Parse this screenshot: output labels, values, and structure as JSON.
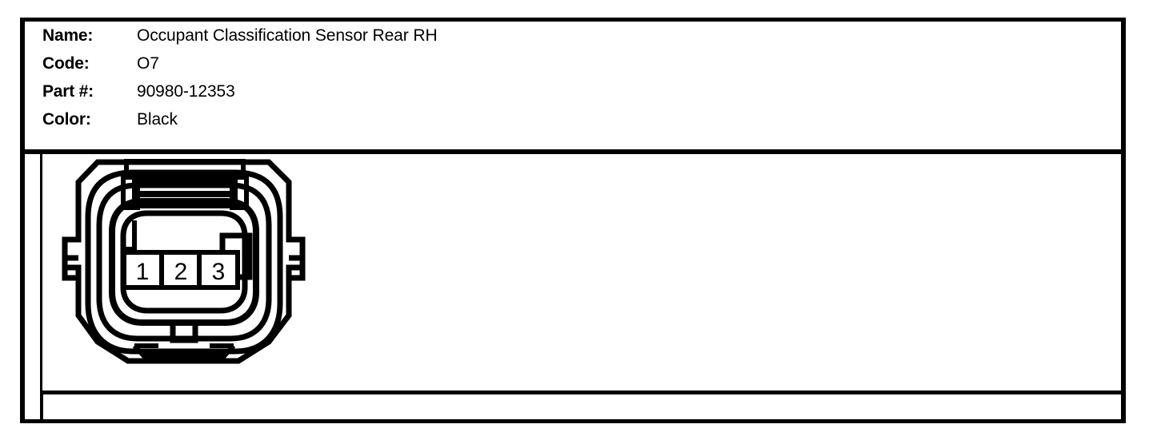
{
  "card": {
    "specs": [
      {
        "label": "Name:",
        "value": "Occupant Classification Sensor Rear RH"
      },
      {
        "label": "Code:",
        "value": "O7"
      },
      {
        "label": "Part #:",
        "value": "90980-12353"
      },
      {
        "label": "Color:",
        "value": "Black"
      }
    ]
  },
  "diagram": {
    "title": "connector-face-view",
    "type": "automotive-connector-pinout",
    "cavity_count": 3,
    "pins": [
      {
        "number": "1"
      },
      {
        "number": "2"
      },
      {
        "number": "3"
      }
    ],
    "keying_slot": "right",
    "colors": {
      "line": "#000000",
      "background": "#ffffff"
    }
  }
}
